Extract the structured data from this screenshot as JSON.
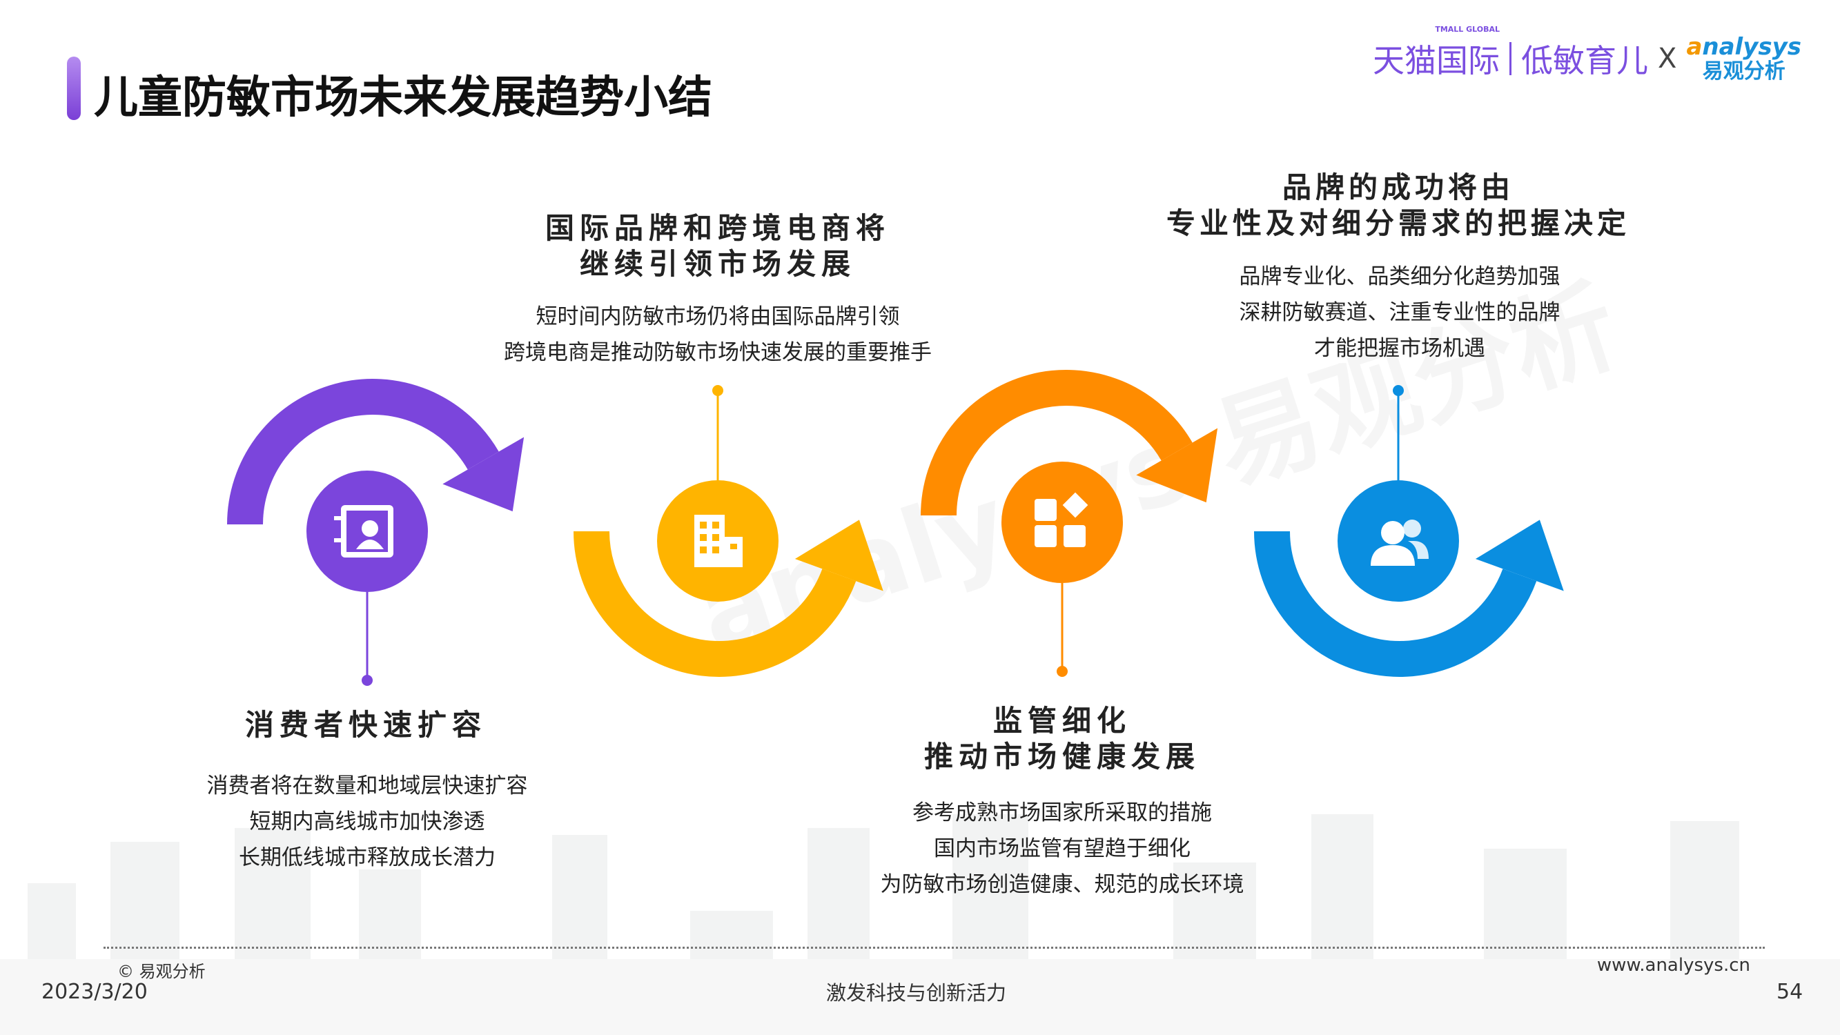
{
  "header": {
    "title": "儿童防敏市场未来发展趋势小结"
  },
  "logo": {
    "tmall_small": "TMALL GLOBAL",
    "tmall": "天猫国际",
    "brand": "低敏育儿",
    "x": "X",
    "analysys_a": "a",
    "analysys_rest": "nalysys",
    "analysys_cn": "易观分析"
  },
  "watermark": "analysys 易观分析",
  "colors": {
    "purple": "#7b45dc",
    "yellow": "#ffb400",
    "orange": "#ff8c00",
    "blue": "#0a8ee0"
  },
  "steps": [
    {
      "icon": "contact-book-icon",
      "heading": [
        "消费者快速扩容"
      ],
      "body": [
        "消费者将在数量和地域层快速扩容",
        "短期内高线城市加快渗透",
        "长期低线城市释放成长潜力"
      ]
    },
    {
      "icon": "building-icon",
      "heading": [
        "国际品牌和跨境电商将",
        "继续引领市场发展"
      ],
      "body": [
        "短时间内防敏市场仍将由国际品牌引领",
        "跨境电商是推动防敏市场快速发展的重要推手"
      ]
    },
    {
      "icon": "apps-grid-icon",
      "heading": [
        "监管细化",
        "推动市场健康发展"
      ],
      "body": [
        "参考成熟市场国家所采取的措施",
        "国内市场监管有望趋于细化",
        "为防敏市场创造健康、规范的成长环境"
      ]
    },
    {
      "icon": "users-icon",
      "heading": [
        "品牌的成功将由",
        "专业性及对细分需求的把握决定"
      ],
      "body": [
        "品牌专业化、品类细分化趋势加强",
        "深耕防敏赛道、注重专业性的品牌",
        "才能把握市场机遇"
      ]
    }
  ],
  "footer": {
    "copyright": "© 易观分析",
    "date": "2023/3/20",
    "slogan": "激发科技与创新活力",
    "website": "www.analysys.cn",
    "page": "54"
  }
}
